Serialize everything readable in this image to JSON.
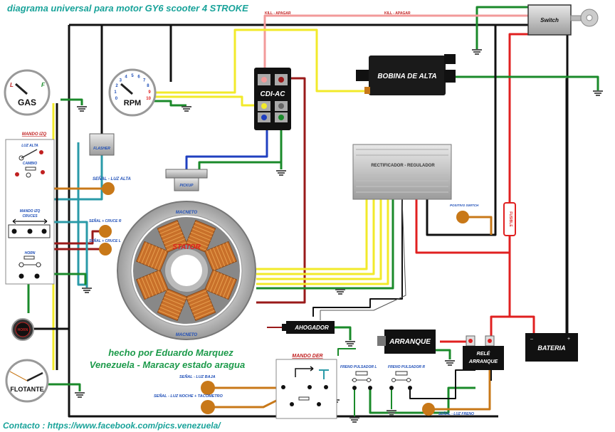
{
  "header": {
    "title": "diagrama universal para motor GY6 scooter 4 STROKE"
  },
  "credits": {
    "line1": "hecho por  Eduardo Marquez",
    "line2": "Venezuela - Maracay estado aragua",
    "contact": "Contacto : https://www.facebook.com/pics.venezuela/"
  },
  "components": {
    "switch": "Switch",
    "bobina": "BOBINA DE ALTA",
    "cdi": "CDI-AC",
    "rectificador": "RECTIFICADOR - REGULADOR",
    "stator": "STATOR",
    "magneto_top": "MACNETO",
    "magneto_bottom": "MACNETO",
    "pickup": "PICKUP",
    "flasher": "FLASHER",
    "gas_gauge": "GAS",
    "rpm_gauge": "RPM",
    "flotante": "FLOTANTE",
    "horn": "HORN",
    "ahogador": "AHOGADOR",
    "arranque": "ARRANQUE",
    "rele_line1": "RELÉ",
    "rele_line2": "ARRANQUE",
    "bateria": "BATERIA",
    "fusible": "FUSIBLE"
  },
  "labels": {
    "kill_apagar_1": "KILL - APAGAR",
    "kill_apagar_2": "KILL - APAGAR",
    "mando_izq": "MANDO IZQ",
    "luz_alta": "LUZ ALTA",
    "cambio": "CAMBIO",
    "mando_izq_cruces_1": "MANDO IZQ",
    "mando_izq_cruces_2": "CRUCES",
    "horn_label": "HORN",
    "senal_luz_alta": "SEÑAL - LUZ ALTA",
    "senal_cruce_r": "SEÑAL + CRUCE R",
    "senal_cruce_l": "SEÑAL + CRUCE L",
    "positivo_switch": "POSITIVO SWITCH",
    "mando_der": "MANDO DER",
    "freno_pulsador_l": "FRENO PULSADOR L",
    "freno_pulsador_r": "FRENO PULSADOR R",
    "senal_luz_baja": "SEÑAL - LUZ BAJA",
    "senal_luz_noche": "SEÑAL - LUZ NOCHE + TACOMETRO",
    "senal_luz_freno": "SEÑAL - LUZ FRENO",
    "gas_l": "L",
    "gas_f": "F"
  },
  "rpm_ticks": [
    "0",
    "1",
    "2",
    "3",
    "4",
    "5",
    "6",
    "7",
    "8",
    "9",
    "10"
  ],
  "colors": {
    "title": "#19a39a",
    "label_blue": "#1f4fb8",
    "credit_green": "#1c9a4a",
    "wire_black": "#111111",
    "wire_red": "#e02020",
    "wire_green": "#1a8a2a",
    "wire_yellow": "#f2ea2a",
    "wire_brown": "#c87818",
    "wire_pink": "#f29a9a",
    "wire_blue": "#2040c0",
    "wire_teal": "#2a9aa8",
    "wire_darkred": "#9a1a1a"
  }
}
